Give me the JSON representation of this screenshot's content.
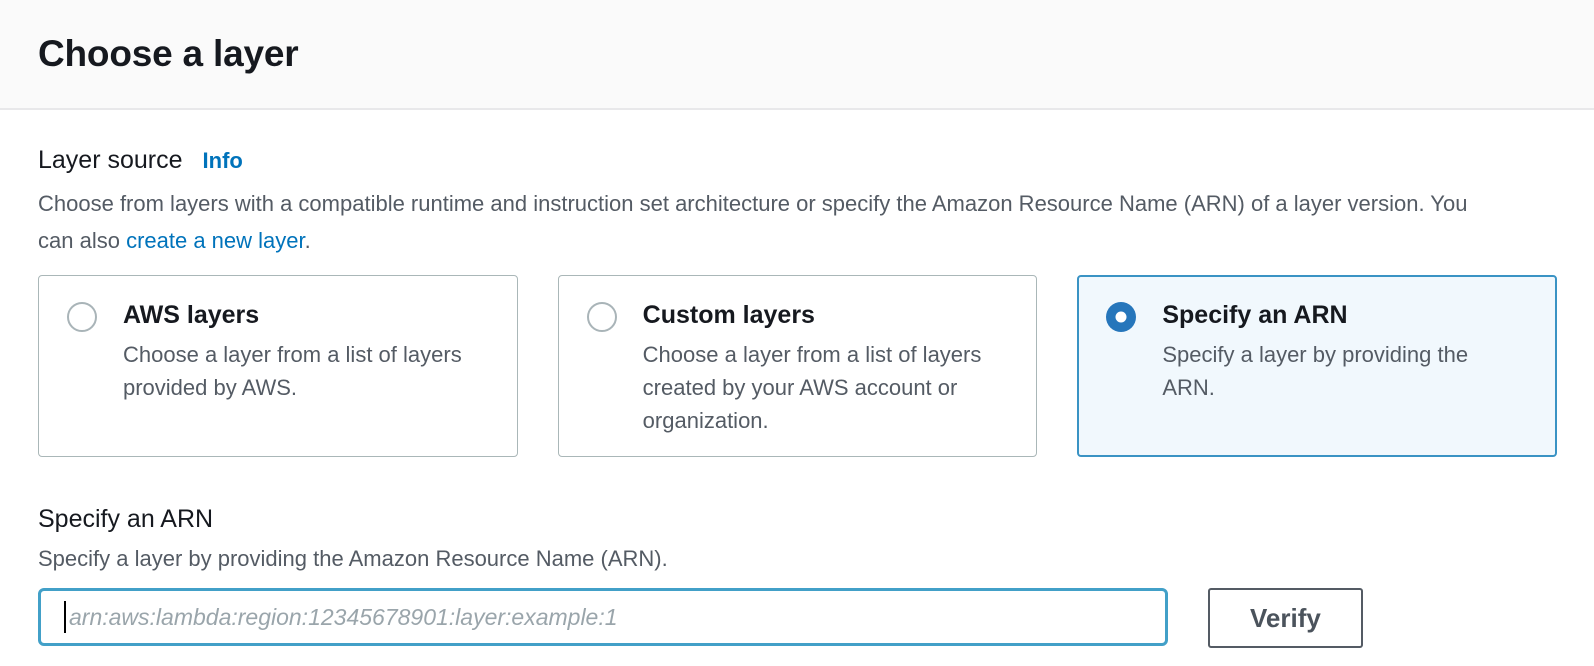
{
  "header": {
    "title": "Choose a layer"
  },
  "layer_source": {
    "label": "Layer source",
    "info_label": "Info",
    "description_before_link": "Choose from layers with a compatible runtime and instruction set architecture or specify the Amazon Resource Name (ARN) of a layer version. You can also ",
    "link_label": "create a new layer",
    "description_after_link": "."
  },
  "options": [
    {
      "title": "AWS layers",
      "description": "Choose a layer from a list of layers provided by AWS.",
      "selected": false
    },
    {
      "title": "Custom layers",
      "description": "Choose a layer from a list of layers created by your AWS account or organization.",
      "selected": false
    },
    {
      "title": "Specify an ARN",
      "description": "Specify a layer by providing the ARN.",
      "selected": true
    }
  ],
  "arn_section": {
    "title": "Specify an ARN",
    "description": "Specify a layer by providing the Amazon Resource Name (ARN).",
    "input_value": "",
    "input_placeholder": "arn:aws:lambda:region:12345678901:layer:example:1",
    "verify_label": "Verify"
  },
  "colors": {
    "accent_link": "#0073bb",
    "selected_border": "#3a93c4",
    "selected_background": "#f1f8fd",
    "radio_selected": "#2676bb",
    "input_focus_border": "#42a0c8",
    "text_primary": "#16191f",
    "text_secondary": "#545b64"
  }
}
